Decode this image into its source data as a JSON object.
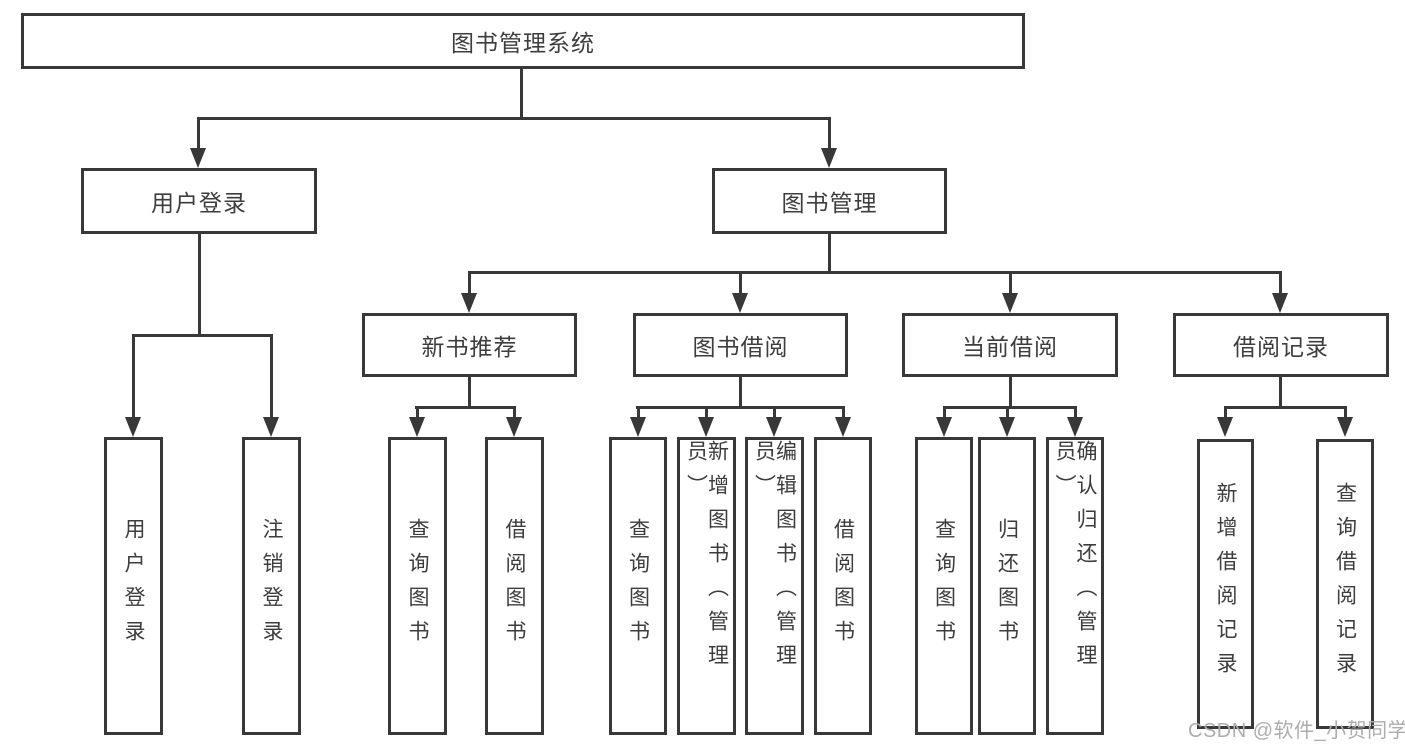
{
  "colors": {
    "line": "#383838",
    "node_text": "#3d3d3d",
    "watermark_text": "#adadad",
    "background": "#ffffff"
  },
  "watermark": {
    "text": "CSDN @软件_小贺同学"
  },
  "tree": {
    "label": "图书管理系统",
    "children": [
      {
        "label": "用户登录",
        "children": [
          {
            "label": "用户登录"
          },
          {
            "label": "注销登录"
          }
        ]
      },
      {
        "label": "图书管理",
        "children": [
          {
            "label": "新书推荐",
            "children": [
              {
                "label": "查询图书"
              },
              {
                "label": "借阅图书"
              }
            ]
          },
          {
            "label": "图书借阅",
            "children": [
              {
                "label": "查询图书"
              },
              {
                "label": "新增图书（管理员）"
              },
              {
                "label": "编辑图书（管理员）"
              },
              {
                "label": "借阅图书"
              }
            ]
          },
          {
            "label": "当前借阅",
            "children": [
              {
                "label": "查询图书"
              },
              {
                "label": "归还图书"
              },
              {
                "label": "确认归还（管理员）"
              }
            ]
          },
          {
            "label": "借阅记录",
            "children": [
              {
                "label": "新增借阅记录"
              },
              {
                "label": "查询借阅记录"
              }
            ]
          }
        ]
      }
    ]
  }
}
